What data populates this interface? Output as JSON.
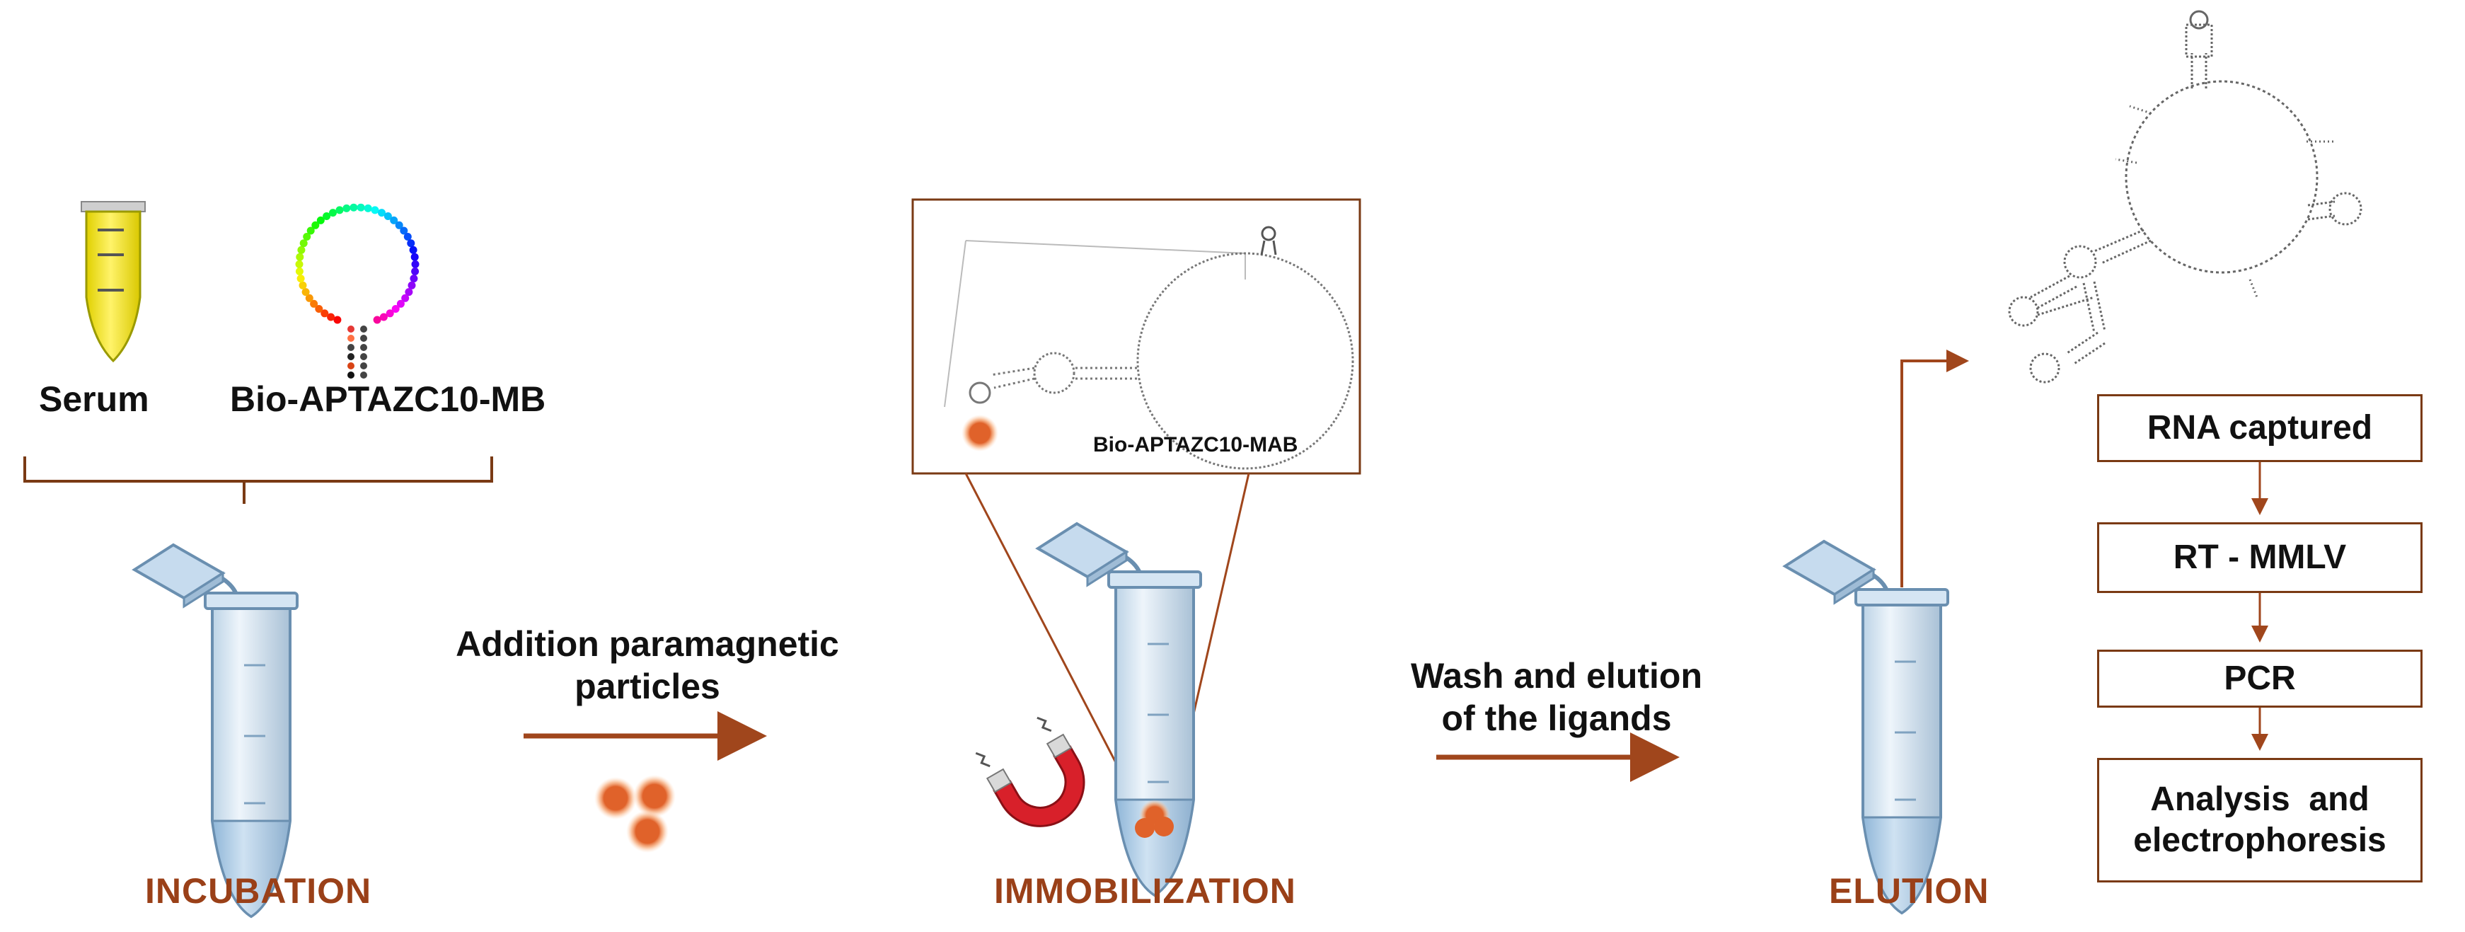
{
  "colors": {
    "arrow": "#a0461c",
    "stage_text": "#9a4018",
    "box_border": "#7a3a14",
    "bead": "#e0622a",
    "serum": "#f2e600",
    "tube_liquid": "#a9c9e3"
  },
  "incubation": {
    "serum_label": "Serum",
    "aptamer_label": "Bio-APTAZC10-MB",
    "stage": "INCUBATION"
  },
  "step1": {
    "caption_line1": "Addition paramagnetic",
    "caption_line2": "particles"
  },
  "immobilization": {
    "inset_label": "Bio-APTAZC10-MAB",
    "stage": "IMMOBILIZATION"
  },
  "step2": {
    "caption_line1": "Wash and elution",
    "caption_line2": "of the ligands"
  },
  "elution": {
    "stage": "ELUTION"
  },
  "workflow": {
    "boxes": [
      {
        "line1": "RNA captured",
        "line2": ""
      },
      {
        "line1": "RT - MMLV",
        "line2": ""
      },
      {
        "line1": "PCR",
        "line2": ""
      },
      {
        "line1": "Analysis  and",
        "line2": "electrophoresis"
      }
    ]
  },
  "icons": [
    "serum-tube-icon",
    "aptamer-hairpin-icon",
    "microtube-icon",
    "paramagnetic-bead-icon",
    "magnet-icon",
    "rna-structure-icon"
  ]
}
